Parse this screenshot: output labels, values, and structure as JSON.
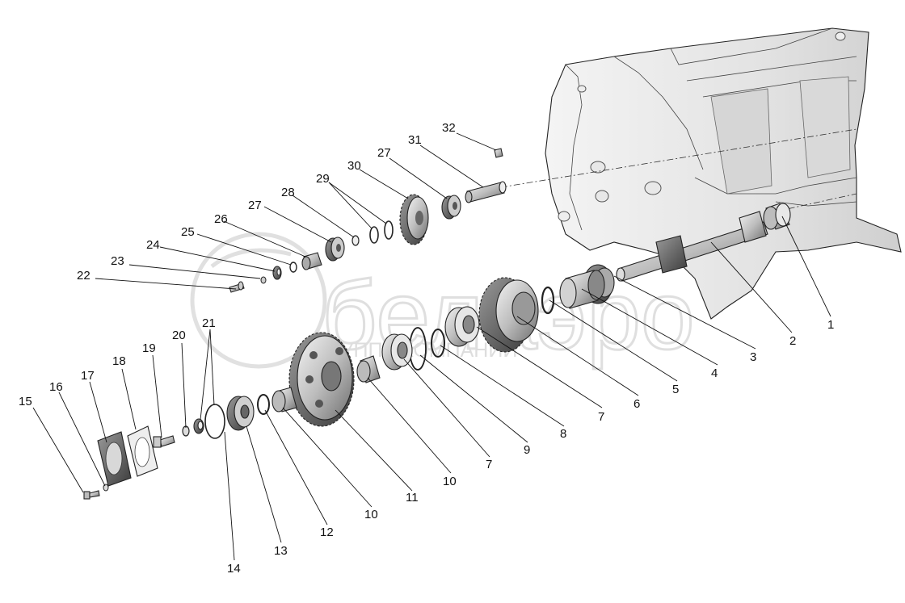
{
  "watermark": {
    "brand": "белаэро",
    "subtitle": "ГРУППА КОМПАНИЙ"
  },
  "labels": [
    {
      "id": "1",
      "text": "1"
    },
    {
      "id": "2",
      "text": "2"
    },
    {
      "id": "3",
      "text": "3"
    },
    {
      "id": "4",
      "text": "4"
    },
    {
      "id": "5",
      "text": "5"
    },
    {
      "id": "6",
      "text": "6"
    },
    {
      "id": "7a",
      "text": "7"
    },
    {
      "id": "8",
      "text": "8"
    },
    {
      "id": "9",
      "text": "9"
    },
    {
      "id": "7b",
      "text": "7"
    },
    {
      "id": "10a",
      "text": "10"
    },
    {
      "id": "11",
      "text": "11"
    },
    {
      "id": "10b",
      "text": "10"
    },
    {
      "id": "12",
      "text": "12"
    },
    {
      "id": "13",
      "text": "13"
    },
    {
      "id": "14",
      "text": "14"
    },
    {
      "id": "15",
      "text": "15"
    },
    {
      "id": "16",
      "text": "16"
    },
    {
      "id": "17",
      "text": "17"
    },
    {
      "id": "18",
      "text": "18"
    },
    {
      "id": "19",
      "text": "19"
    },
    {
      "id": "20",
      "text": "20"
    },
    {
      "id": "21",
      "text": "21"
    },
    {
      "id": "22",
      "text": "22"
    },
    {
      "id": "23",
      "text": "23"
    },
    {
      "id": "24",
      "text": "24"
    },
    {
      "id": "25",
      "text": "25"
    },
    {
      "id": "26",
      "text": "26"
    },
    {
      "id": "27a",
      "text": "27"
    },
    {
      "id": "28",
      "text": "28"
    },
    {
      "id": "29",
      "text": "29"
    },
    {
      "id": "30",
      "text": "30"
    },
    {
      "id": "27b",
      "text": "27"
    },
    {
      "id": "31",
      "text": "31"
    },
    {
      "id": "32",
      "text": "32"
    }
  ]
}
